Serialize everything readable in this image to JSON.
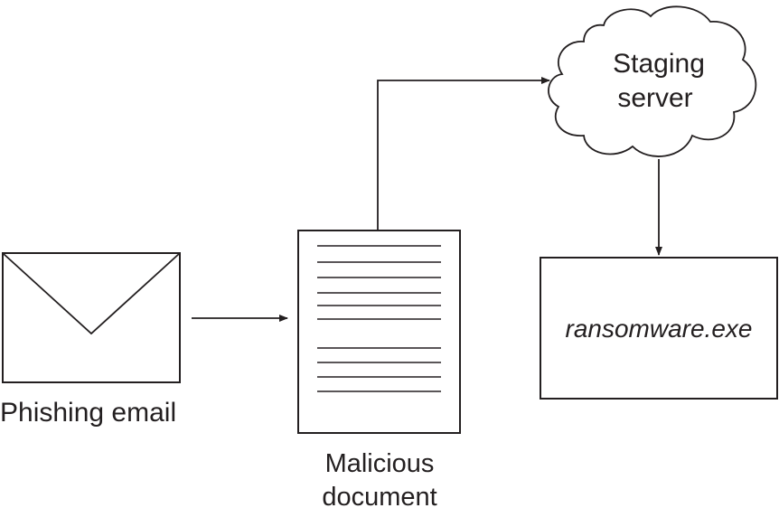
{
  "nodes": {
    "email": {
      "label": "Phishing email"
    },
    "document": {
      "label_line1": "Malicious",
      "label_line2": "document"
    },
    "server": {
      "label_line1": "Staging",
      "label_line2": "server"
    },
    "payload": {
      "label": "ransomware.exe"
    }
  },
  "colors": {
    "ink": "#231f20",
    "background": "#ffffff"
  },
  "icons": {
    "email": "envelope-icon",
    "document": "document-icon",
    "server": "cloud-icon"
  }
}
